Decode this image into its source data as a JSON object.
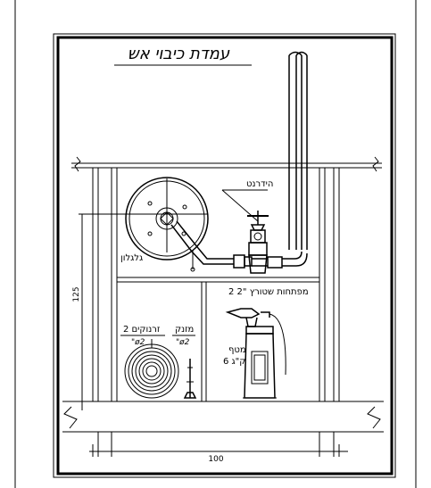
{
  "drawing": {
    "title": "עמדת כיבוי אש",
    "labels": {
      "hydrant": "הידרנט",
      "reel": "גלגלון",
      "keys": "2 מפתחות שטורץ \"2",
      "hoses": "2 זרנוקים",
      "hoses_size": "\"ø2",
      "nozzle": "מזנק",
      "nozzle_size": "\"ø2",
      "extinguisher": "מטף",
      "extinguisher_weight": "6 ק\"ג"
    },
    "dimensions": {
      "height": "125",
      "width": "100"
    }
  }
}
